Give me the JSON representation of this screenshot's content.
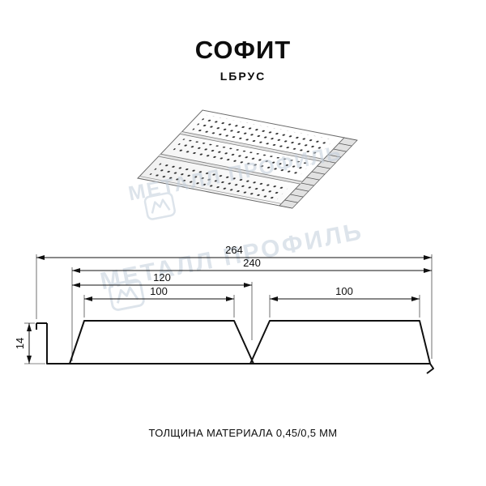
{
  "page": {
    "title": "СОФИТ",
    "subtitle": "LБРУС",
    "footer": "ТОЛЩИНА МАТЕРИАЛА 0,45/0,5 ММ"
  },
  "watermark": {
    "text": "МЕТАЛЛ ПРОФИЛЬ",
    "color": "#c2cedb"
  },
  "drawing": {
    "type": "soffit-profile-cross-section",
    "dimensions": {
      "overall_width": "264",
      "cover_width": "240",
      "left_module": "120",
      "plank_left": "100",
      "plank_right": "100",
      "height": "14"
    }
  }
}
